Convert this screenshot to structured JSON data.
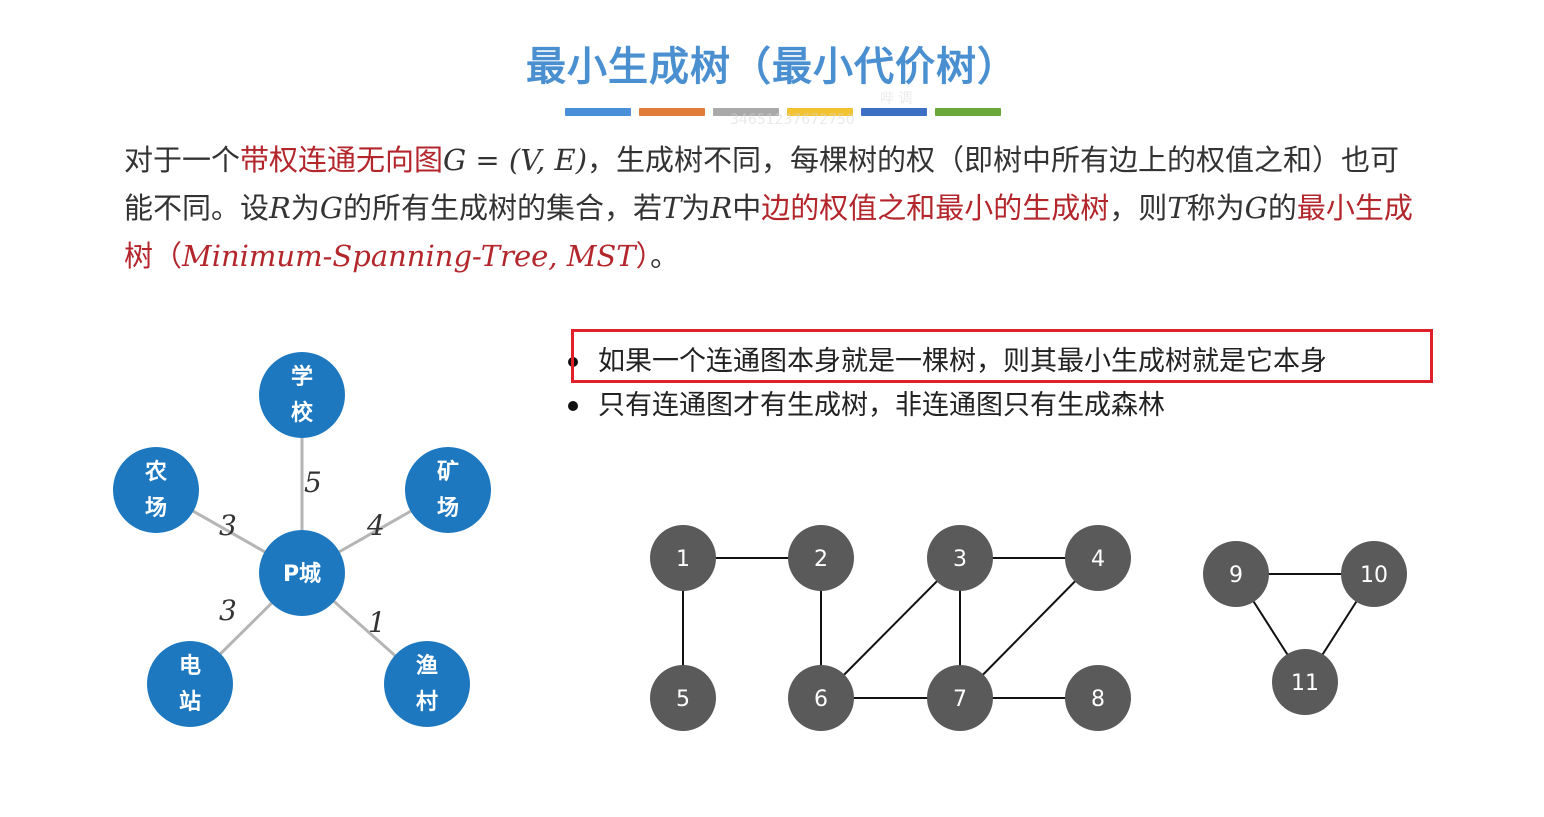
{
  "title": "最小生成树（最小代价树）",
  "colors": {
    "title": "#4a8fd0",
    "highlight_text": "#b3262c",
    "star_node": "#1e78c0",
    "star_edge": "#b5b5b5",
    "graph_node": "#5a5a5a",
    "highlight_box": "#e0202a",
    "color_bars": [
      "#4a90d9",
      "#e07b39",
      "#a9a9a9",
      "#f2c230",
      "#3d6fc4",
      "#6aaa3a"
    ]
  },
  "watermark": {
    "line1": "哔 调",
    "line2": "34651237672750"
  },
  "paragraph": {
    "p1": "对于一个",
    "p2": "带权连通无向图",
    "p3": "G = (V, E)",
    "p4": "，生成树不同，每棵树的权（即树中所有边上的权值之和）也可能不同。设",
    "p5": "R",
    "p6": "为",
    "p7": "G",
    "p8": "的所有生成树的集合，若",
    "p9": "T",
    "p10": "为",
    "p11": "R",
    "p12": "中",
    "p13": "边的权值之和最小的生成树",
    "p14": "，则",
    "p15": "T",
    "p16": "称为",
    "p17": "G",
    "p18": "的",
    "p19": "最小生成树（",
    "p20": "Minimum-Spanning-Tree, MST",
    "p21": "）",
    "p22": "。"
  },
  "bullets": [
    "如果一个连通图本身就是一棵树，则其最小生成树就是它本身",
    "只有连通图才有生成树，非连通图只有生成森林"
  ],
  "star_graph": {
    "center": "P城",
    "nodes": [
      {
        "name": "学校",
        "line1": "学",
        "line2": "校"
      },
      {
        "name": "农场",
        "line1": "农",
        "line2": "场"
      },
      {
        "name": "矿场",
        "line1": "矿",
        "line2": "场"
      },
      {
        "name": "电站",
        "line1": "电",
        "line2": "站"
      },
      {
        "name": "渔村",
        "line1": "渔",
        "line2": "村"
      }
    ],
    "edges": [
      {
        "from": "P城",
        "to": "学校",
        "weight": "5"
      },
      {
        "from": "P城",
        "to": "农场",
        "weight": "3"
      },
      {
        "from": "P城",
        "to": "矿场",
        "weight": "4"
      },
      {
        "from": "P城",
        "to": "电站",
        "weight": "3"
      },
      {
        "from": "P城",
        "to": "渔村",
        "weight": "1"
      }
    ]
  },
  "graph": {
    "nodes": [
      "1",
      "2",
      "3",
      "4",
      "5",
      "6",
      "7",
      "8",
      "9",
      "10",
      "11"
    ],
    "edges": [
      [
        "1",
        "2"
      ],
      [
        "1",
        "5"
      ],
      [
        "2",
        "6"
      ],
      [
        "6",
        "3"
      ],
      [
        "3",
        "4"
      ],
      [
        "3",
        "7"
      ],
      [
        "4",
        "7"
      ],
      [
        "6",
        "7"
      ],
      [
        "7",
        "8"
      ],
      [
        "9",
        "10"
      ],
      [
        "9",
        "11"
      ],
      [
        "10",
        "11"
      ]
    ]
  }
}
